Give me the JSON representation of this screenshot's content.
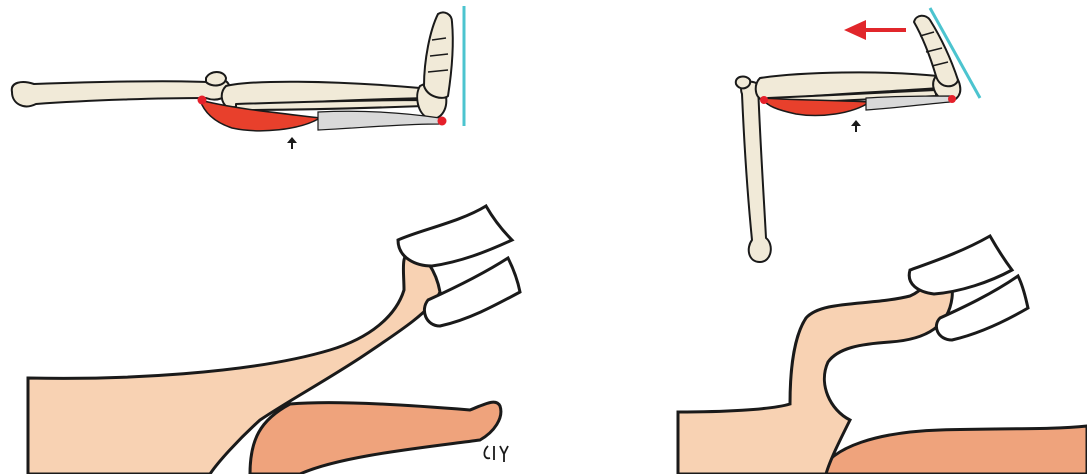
{
  "illustration": {
    "panels": [
      {
        "id": "knee-extended",
        "knee_flexed": false
      },
      {
        "id": "knee-flexed",
        "knee_flexed": true
      }
    ],
    "signature_text": "C-Y",
    "colors": {
      "bone_fill": "#f1ead8",
      "outline": "#1a1a1a",
      "gastrocnemius": "#e8402c",
      "soleus_tendon": "#d9d9d9",
      "attachment_point": "#e5202a",
      "reference_line": "#4cc4cf",
      "direction_arrow": "#e1262b",
      "skin_light": "#f8d2b3",
      "skin_dark": "#efa37c",
      "background": "#ffffff"
    }
  }
}
